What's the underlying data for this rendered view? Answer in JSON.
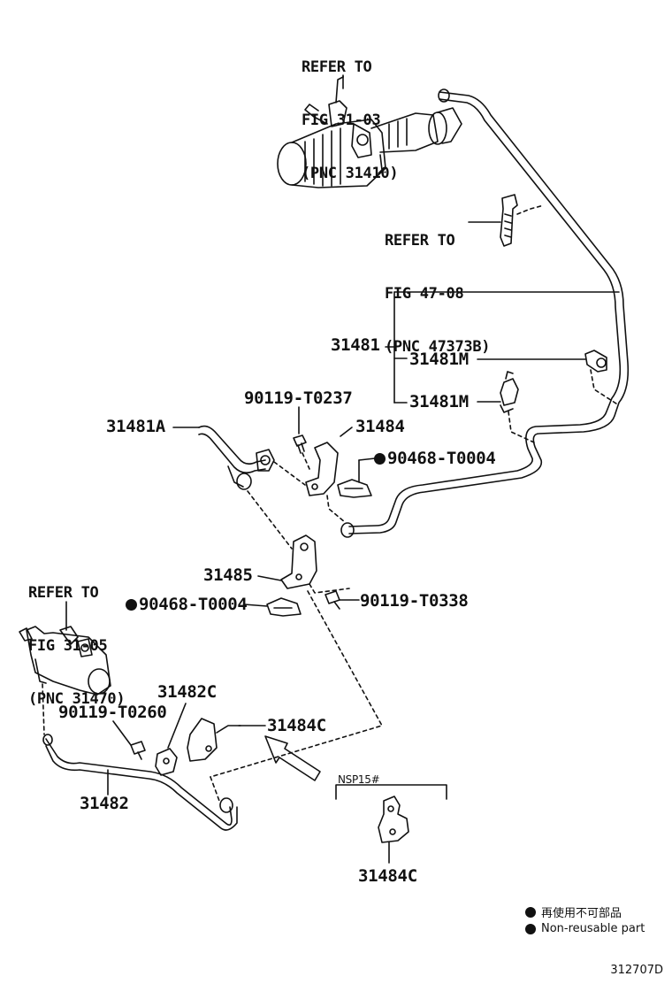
{
  "refs": {
    "master_cylinder": [
      "REFER TO",
      "FIG 31-03",
      "(PNC 31410)"
    ],
    "clamp": [
      "REFER TO",
      "FIG 47-08",
      "(PNC 47373B)"
    ],
    "release_cylinder": [
      "REFER TO",
      "FIG 31-05",
      "(PNC 31470)"
    ]
  },
  "parts": {
    "p31481": "31481",
    "p31481M_a": "31481M",
    "p31481M_b": "31481M",
    "p90119_T0237": "90119-T0237",
    "p31481A": "31481A",
    "p31484": "31484",
    "p90468_T0004_a": "90468-T0004",
    "p31485": "31485",
    "p90468_T0004_b": "90468-T0004",
    "p90119_T0338": "90119-T0338",
    "p31482C": "31482C",
    "p90119_T0260": "90119-T0260",
    "p31484C_a": "31484C",
    "p31482": "31482",
    "p31484C_b": "31484C"
  },
  "variant_box": {
    "label": "NSP15#"
  },
  "legend": {
    "japanese": "再使用不可部品",
    "english": "Non-reusable part"
  },
  "figure_number": "312707D"
}
